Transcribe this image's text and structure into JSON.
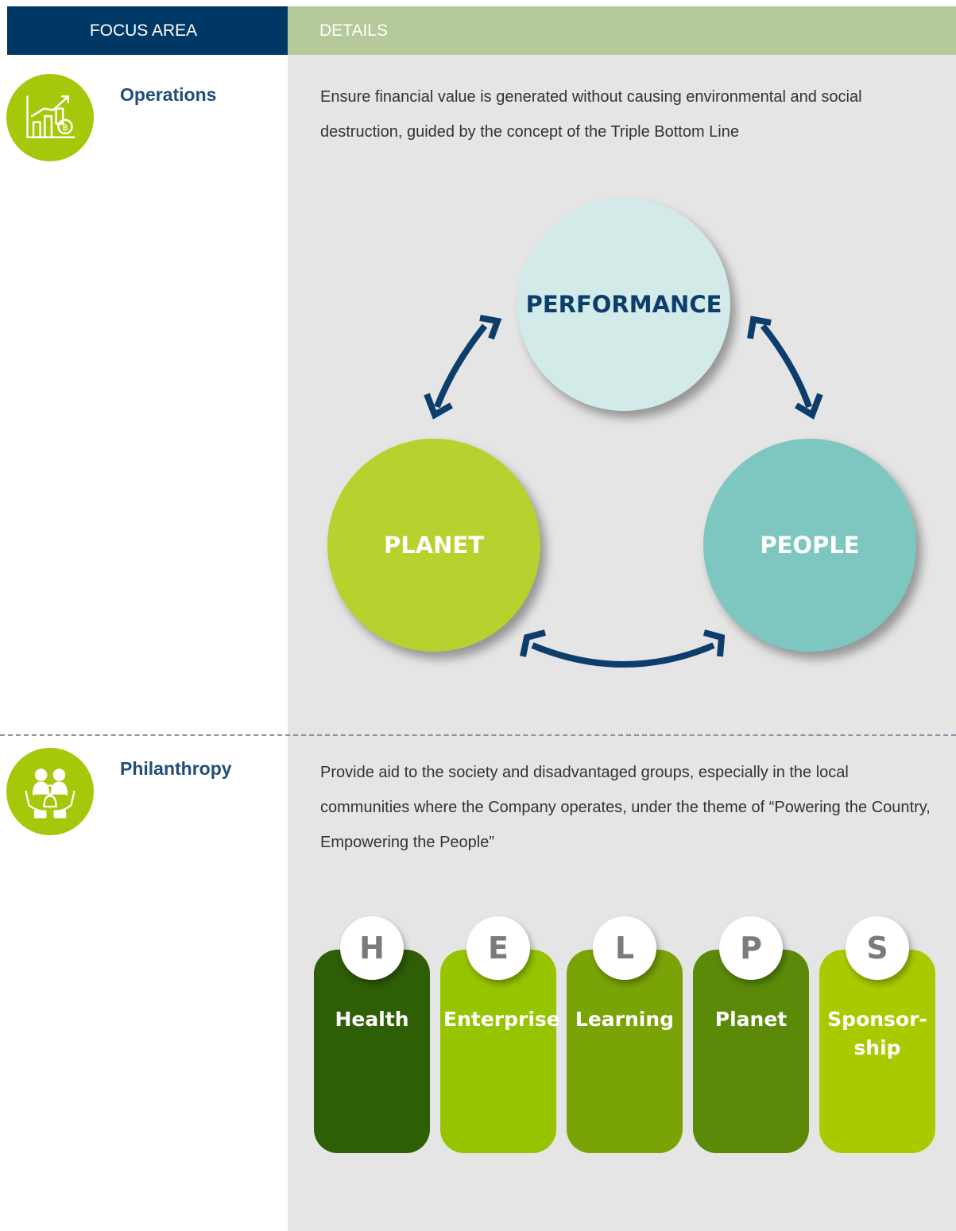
{
  "header": {
    "focus_area": "FOCUS AREA",
    "details": "DETAILS"
  },
  "sections": [
    {
      "icon": "growth-chart-coin-icon",
      "title": "Operations",
      "description": "Ensure financial value is generated without causing environmental and social destruction, guided by the concept of the Triple Bottom Line",
      "diagram": {
        "top": "PERFORMANCE",
        "left": "PLANET",
        "right": "PEOPLE"
      }
    },
    {
      "icon": "family-care-hands-icon",
      "title": "Philanthropy",
      "description": "Provide aid to the society and disadvantaged groups, especially in the local communities where the Company operates, under the theme of “Powering the Country, Empowering the People”",
      "pillars": [
        {
          "letter": "H",
          "word": "Health"
        },
        {
          "letter": "E",
          "word": "Enterprise"
        },
        {
          "letter": "L",
          "word": "Learning"
        },
        {
          "letter": "P",
          "word": "Planet"
        },
        {
          "letter": "S",
          "word": "Sponsor-ship"
        }
      ]
    }
  ],
  "colors": {
    "header_left": "#003865",
    "header_right": "#b5c99a",
    "icon_green": "#a6c80a",
    "title_blue": "#1f4e79",
    "arrow_navy": "#0d3d6b",
    "pillar_colors": [
      "#2e5e05",
      "#97c400",
      "#7aa307",
      "#5b8a09",
      "#a8cb00"
    ]
  }
}
